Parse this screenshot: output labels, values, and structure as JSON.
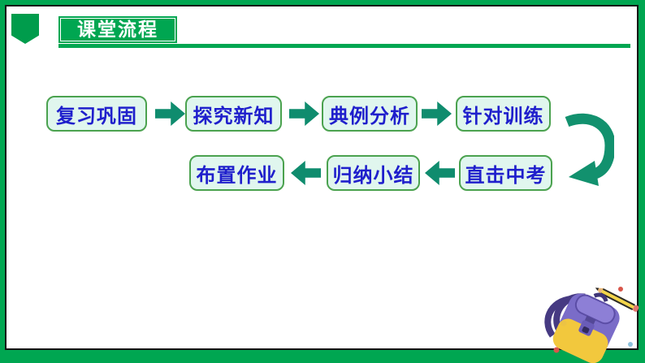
{
  "header": {
    "title": "课堂流程"
  },
  "flow": {
    "row1": [
      {
        "label": "复习巩固"
      },
      {
        "label": "探究新知"
      },
      {
        "label": "典例分析"
      },
      {
        "label": "针对训练"
      }
    ],
    "row2": [
      {
        "label": "直击中考"
      },
      {
        "label": "归纳小结"
      },
      {
        "label": "布置作业"
      }
    ]
  },
  "icons": {
    "curved_arrow": "u-turn-arrow-icon",
    "backpack": "backpack-icon",
    "pencil": "pencil-icon"
  },
  "colors": {
    "slide_green": "#00a651",
    "banner_green": "#009c4c",
    "frame_border": "#151515",
    "box_fill": "#e0f6ee",
    "box_border": "#4ba24f",
    "box_text_blue": "#1f1fcc",
    "arrow_teal": "#0f8c6e",
    "backpack_purple": "#7a6cc8",
    "pocket_yellow": "#f2c83d"
  }
}
